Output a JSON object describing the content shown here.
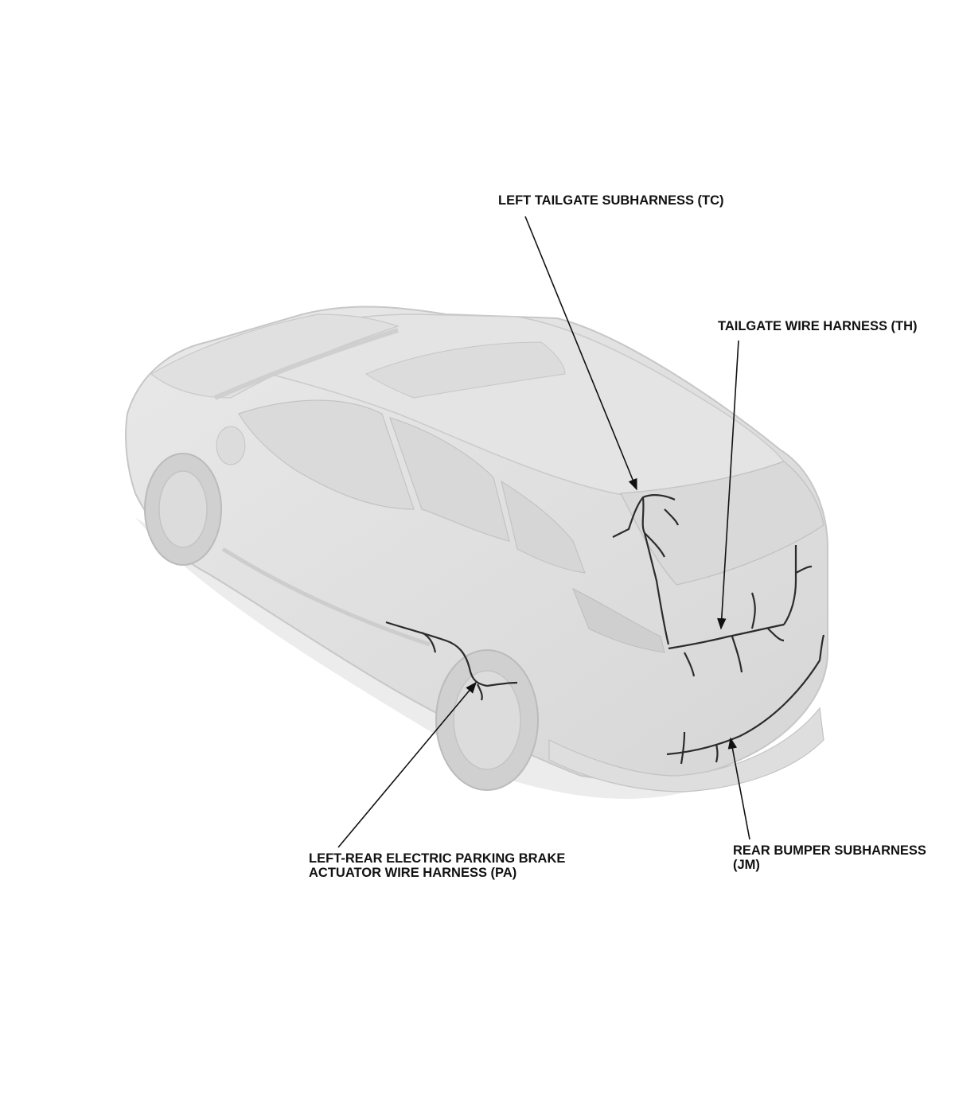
{
  "labels": {
    "left_tailgate_subharness": "LEFT TAILGATE SUBHARNESS (TC)",
    "tailgate_wire_harness": "TAILGATE WIRE HARNESS (TH)",
    "parking_brake_line1": "LEFT-REAR ELECTRIC PARKING BRAKE",
    "parking_brake_line2": "ACTUATOR WIRE HARNESS (PA)",
    "rear_bumper_line1": "REAR BUMPER SUBHARNESS",
    "rear_bumper_line2": "(JM)"
  },
  "colors": {
    "vehicle_body": "#e2e2e2",
    "vehicle_outline": "#c4c4c4",
    "harness": "#2b2b2b",
    "leader": "#111111",
    "text": "#111111"
  }
}
